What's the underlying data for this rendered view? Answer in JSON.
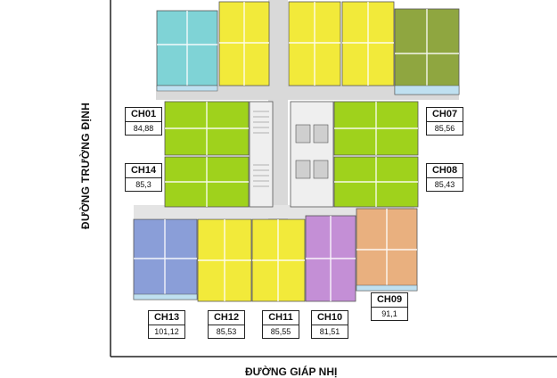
{
  "streets": {
    "left": "ĐƯỜNG TRƯỜNG ĐỊNH",
    "bottom": "ĐƯỜNG GIÁP NHỊ"
  },
  "units": [
    {
      "code": "CH01",
      "area": "84,88"
    },
    {
      "code": "CH14",
      "area": "85,3"
    },
    {
      "code": "CH07",
      "area": "85,56"
    },
    {
      "code": "CH08",
      "area": "85,43"
    },
    {
      "code": "CH13",
      "area": "101,12"
    },
    {
      "code": "CH12",
      "area": "85,53"
    },
    {
      "code": "CH11",
      "area": "85,55"
    },
    {
      "code": "CH10",
      "area": "81,51"
    },
    {
      "code": "CH09",
      "area": "91,1"
    }
  ],
  "colors": {
    "cyan": "#7fd3d6",
    "yellow": "#f2ea3a",
    "green": "#9fd21c",
    "olive": "#8fa640",
    "blue": "#8a9ed8",
    "purple": "#c48fd6",
    "orange": "#e9b07f",
    "corridor": "#d9d9d9"
  }
}
